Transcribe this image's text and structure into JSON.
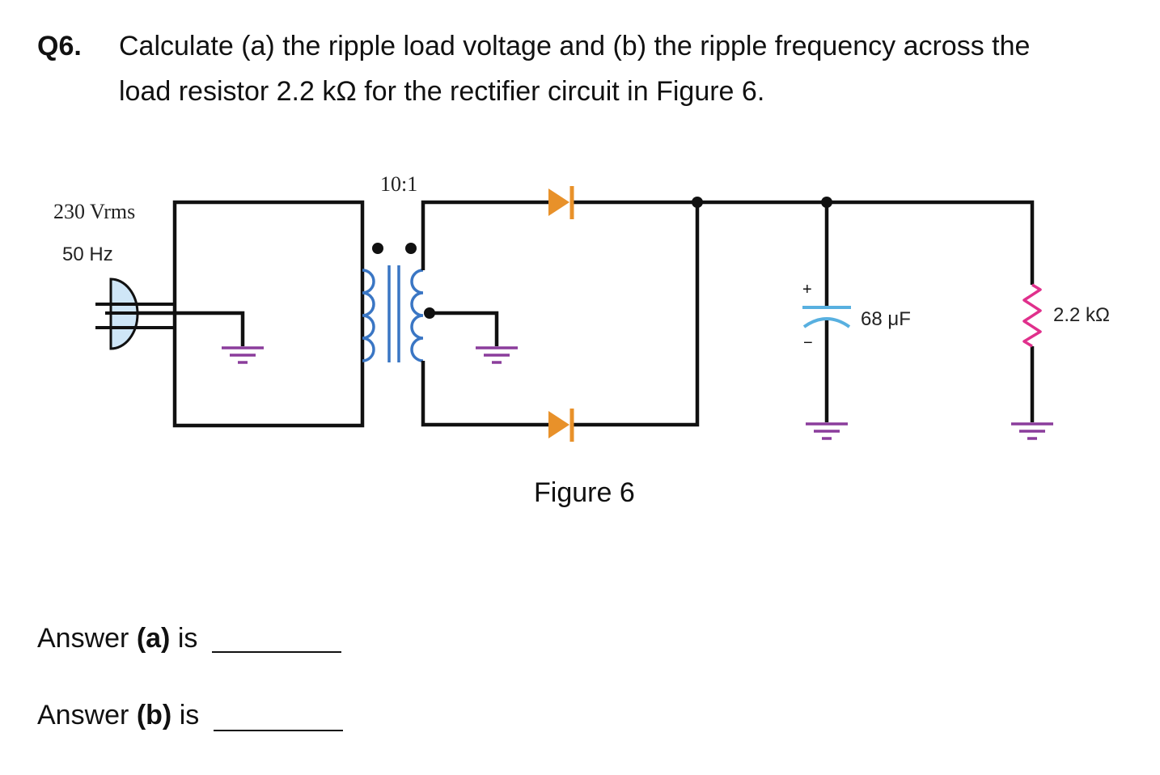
{
  "question": {
    "number": "Q6.",
    "line1": "Calculate (a) the ripple load voltage and (b) the ripple frequency across the",
    "line2": "load resistor 2.2 kΩ for the rectifier circuit in Figure 6."
  },
  "figure": {
    "caption": "Figure 6",
    "source_voltage": "230 Vrms",
    "source_frequency": "50 Hz",
    "turns_ratio": "10:1",
    "capacitor_value": "68 μF",
    "capacitor_plus": "+",
    "capacitor_minus": "−",
    "resistor_value": "2.2 kΩ"
  },
  "answers": {
    "a_prefix": "Answer ",
    "a_label": "(a)",
    "a_suffix": " is",
    "b_prefix": "Answer ",
    "b_label": "(b)",
    "b_suffix": " is"
  },
  "colors": {
    "wire": "#111111",
    "diode": "#e8912a",
    "coil": "#3a76c4",
    "core": "#3a76c4",
    "ground": "#8b3d9c",
    "resistor": "#e0308c",
    "capacitor_plate": "#58b0e0",
    "plug_fill": "#cfe6f7"
  }
}
